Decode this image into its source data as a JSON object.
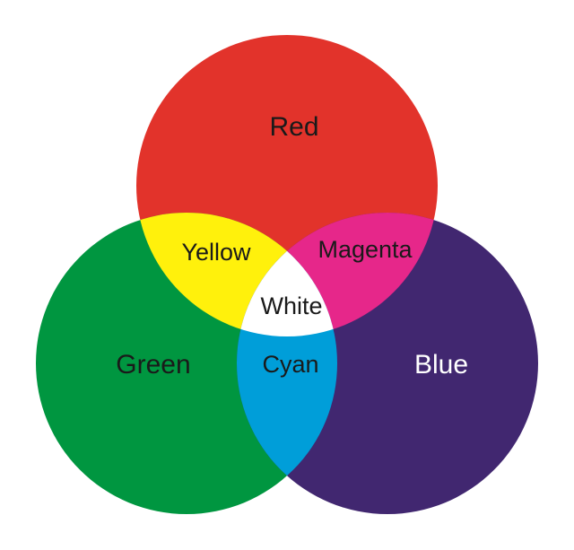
{
  "diagram": {
    "regions": {
      "red": {
        "label": "Red",
        "color": "#e2332b",
        "text_color": "#1a1a1a"
      },
      "green": {
        "label": "Green",
        "color": "#009640",
        "text_color": "#1a1a1a"
      },
      "blue": {
        "label": "Blue",
        "color": "#412770",
        "text_color": "#ffffff"
      },
      "yellow": {
        "label": "Yellow",
        "color": "#fff10c",
        "text_color": "#1a1a1a"
      },
      "magenta": {
        "label": "Magenta",
        "color": "#e6278a",
        "text_color": "#1a1a1a"
      },
      "cyan": {
        "label": "Cyan",
        "color": "#009ed9",
        "text_color": "#1a1a1a"
      },
      "white": {
        "label": "White",
        "color": "#ffffff",
        "text_color": "#1a1a1a"
      }
    }
  }
}
